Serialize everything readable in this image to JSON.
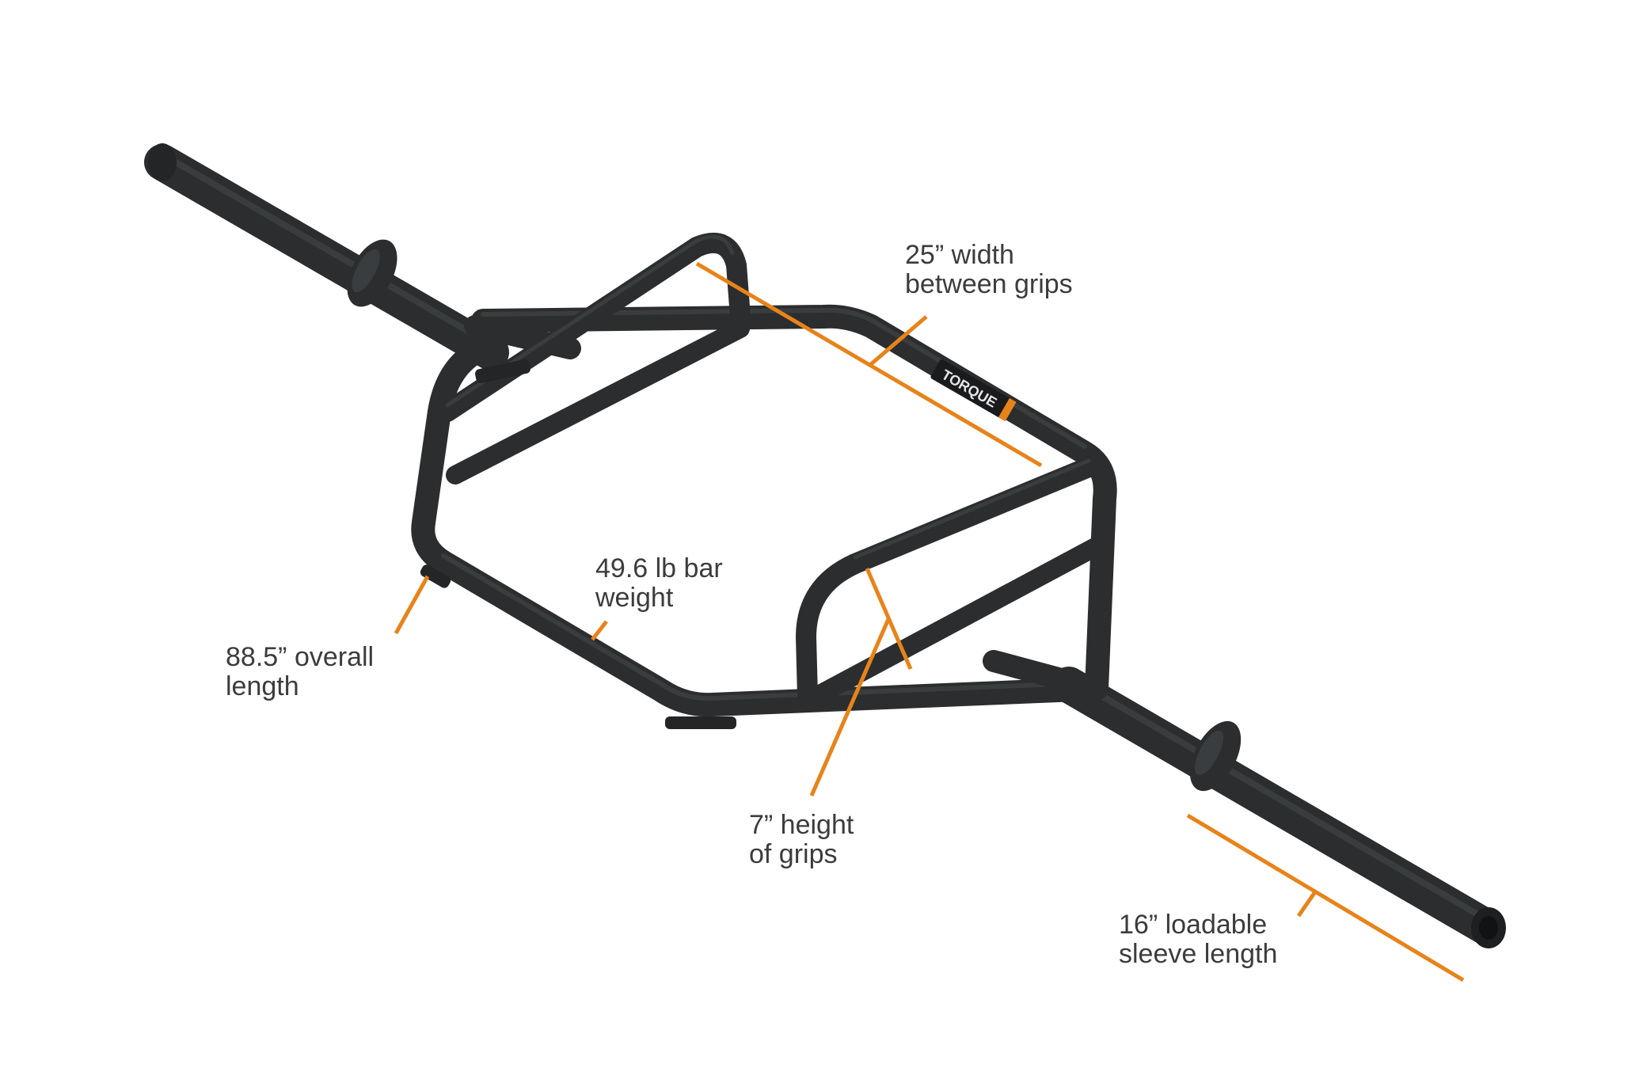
{
  "colors": {
    "accent": "#e8831a",
    "bar": "#2b2d2e",
    "text": "#3c3c3c"
  },
  "brand": "TORQUE",
  "labels": {
    "width_between_grips": [
      "25” width",
      "between grips"
    ],
    "bar_weight": [
      "49.6 lb bar",
      "weight"
    ],
    "overall_length": [
      "88.5” overall",
      "length"
    ],
    "grip_height": [
      "7” height",
      "of grips"
    ],
    "sleeve_length": [
      "16” loadable",
      "sleeve length"
    ]
  }
}
